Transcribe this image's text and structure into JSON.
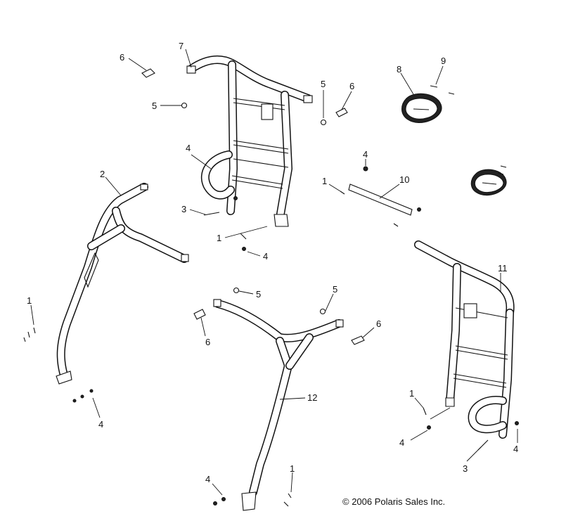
{
  "callouts": {
    "c1a": "1",
    "c1b": "1",
    "c1c": "1",
    "c1d": "1",
    "c1e": "1",
    "c2": "2",
    "c3a": "3",
    "c3b": "3",
    "c4a": "4",
    "c4b": "4",
    "c4c": "4",
    "c4d": "4",
    "c4e": "4",
    "c4f": "4",
    "c4g": "4",
    "c5a": "5",
    "c5b": "5",
    "c5c": "5",
    "c5d": "5",
    "c6a": "6",
    "c6b": "6",
    "c6c": "6",
    "c6d": "6",
    "c7": "7",
    "c8": "8",
    "c9": "9",
    "c10": "10",
    "c11": "11",
    "c12": "12"
  },
  "copyright": "© 2006 Polaris Sales Inc."
}
